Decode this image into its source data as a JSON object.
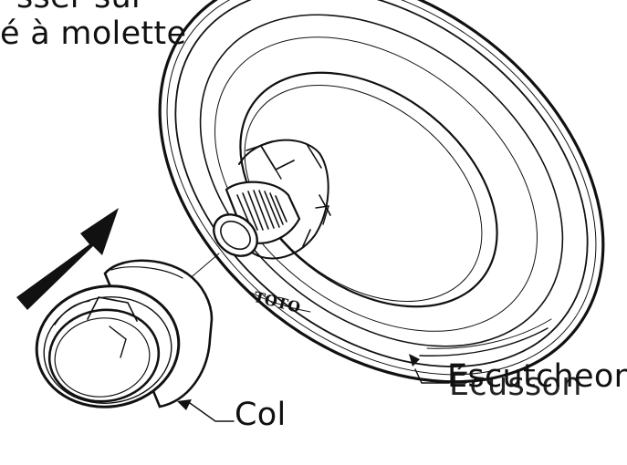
{
  "labels": {
    "instruction_line_1": "sser sur",
    "instruction_line_2": "é à molette",
    "escutcheon_overlap_1": "Escutcheon*",
    "escutcheon_overlap_2": "Écusson",
    "col": "Col"
  },
  "plate_brand": "TOTO"
}
